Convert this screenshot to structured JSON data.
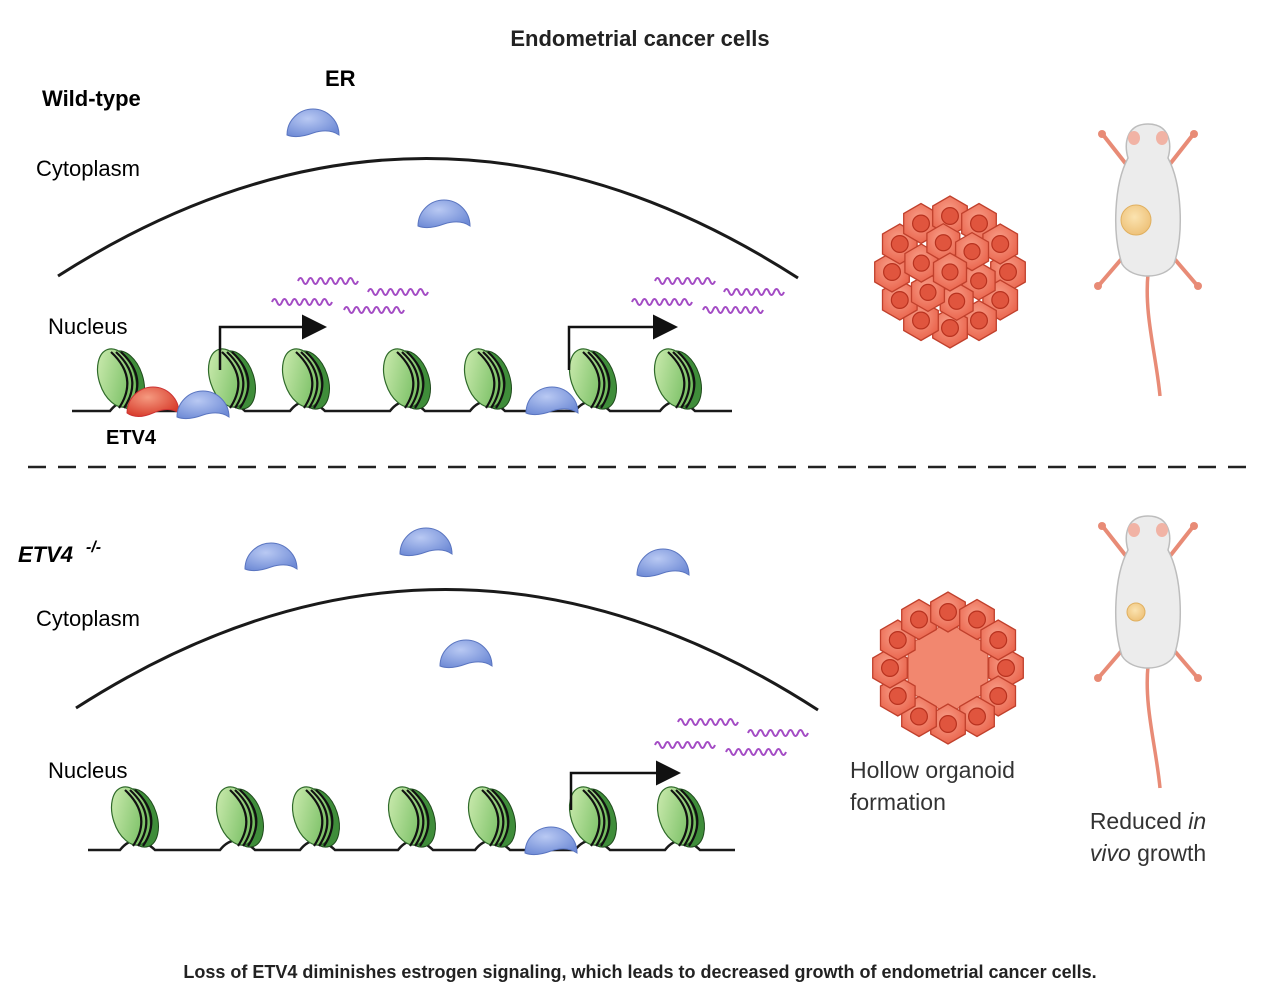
{
  "title": "Endometrial cancer cells",
  "caption": "Loss of ETV4 diminishes estrogen signaling, which leads to decreased growth of endometrial cancer cells.",
  "colors": {
    "er_blue": "#7f9be0",
    "etv4_red": "#e24a3a",
    "nucleosome_green": "#7ec86a",
    "mrna_purple": "#a34bc4",
    "organoid_red": "#ee6a52",
    "line": "#1a1a1a"
  },
  "panels": [
    {
      "id": "wild-type",
      "genotype": "Wild-type",
      "genotype_superscript": "",
      "cytoplasm_label": "Cytoplasm",
      "nucleus_label": "Nucleus",
      "er_label": "ER",
      "etv4_label": "ETV4",
      "active_transcription_sites": 2,
      "organoid": "solid",
      "tumor_size": "large"
    },
    {
      "id": "etv4-knockout",
      "genotype": "ETV4",
      "genotype_superscript": "-/-",
      "cytoplasm_label": "Cytoplasm",
      "nucleus_label": "Nucleus",
      "active_transcription_sites": 1,
      "organoid": "hollow",
      "organoid_label_line1": "Hollow organoid",
      "organoid_label_line2": "formation",
      "growth_label_pre": "Reduced ",
      "growth_label_italic1": "in",
      "growth_label_italic2": "vivo",
      "growth_label_post": " growth",
      "tumor_size": "small"
    }
  ]
}
